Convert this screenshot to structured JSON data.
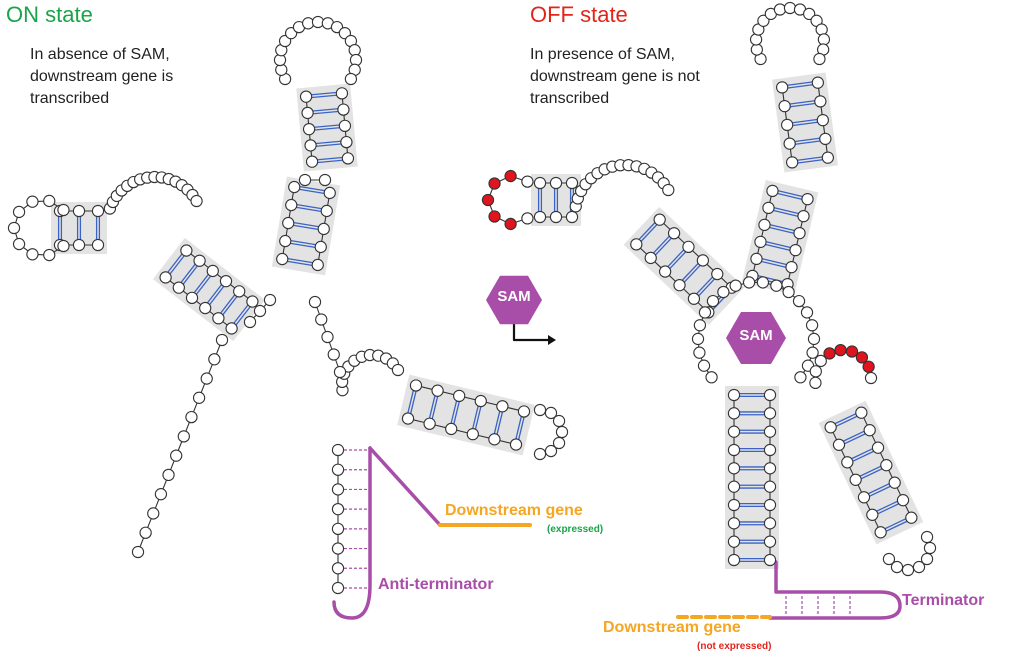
{
  "on_state": {
    "title": "ON state",
    "description": "In absence of SAM, downstream gene is transcribed",
    "gene_label": "Downstream gene",
    "gene_status": "(expressed)",
    "structure_label": "Anti-terminator"
  },
  "off_state": {
    "title": "OFF state",
    "description": "In presence of SAM, downstream gene is not transcribed",
    "gene_label": "Downstream gene",
    "gene_status": "(not expressed)",
    "structure_label": "Terminator"
  },
  "ligand": {
    "name": "SAM"
  },
  "colors": {
    "on_title": "#1aa44a",
    "off_title": "#e3241b",
    "ligand": "#a94ea8",
    "gene_line": "#f5a623",
    "pair_line": "#3b63c4",
    "stem_shade": "#e3e3e3",
    "highlight_nucleotide": "#e0141e"
  }
}
